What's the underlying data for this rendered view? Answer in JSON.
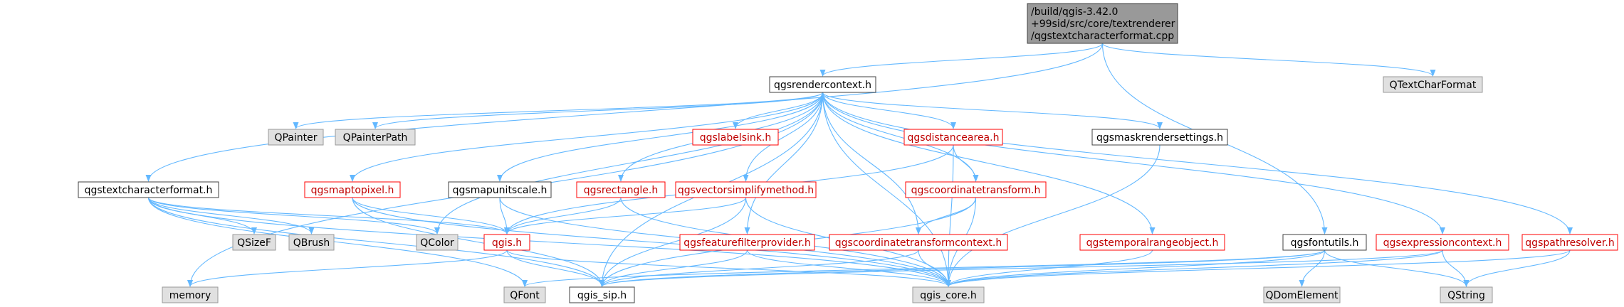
{
  "colors": {
    "edge": "#63b8ff",
    "edge_dark": "#404040",
    "root_fill": "#999999",
    "plain_fill": "#ffffff",
    "plain_stroke": "#404040",
    "red_stroke": "#ff0000",
    "red_text": "#c00000",
    "gray_fill": "#e0e0e0",
    "gray_stroke": "#999999",
    "text": "#000000"
  },
  "nodes": [
    {
      "id": "root",
      "lines": [
        "/build/qgis-3.42.0",
        "+99sid/src/core/textrenderer",
        "/qgstextcharacterformat.cpp"
      ],
      "style": "root"
    },
    {
      "id": "qgsrendercontext",
      "lines": [
        "qgsrendercontext.h"
      ],
      "style": "plain"
    },
    {
      "id": "qtextcharformat",
      "lines": [
        "QTextCharFormat"
      ],
      "style": "gray"
    },
    {
      "id": "qpainter",
      "lines": [
        "QPainter"
      ],
      "style": "gray"
    },
    {
      "id": "qpainterpath",
      "lines": [
        "QPainterPath"
      ],
      "style": "gray"
    },
    {
      "id": "qgslabelsink",
      "lines": [
        "qgslabelsink.h"
      ],
      "style": "red"
    },
    {
      "id": "qgsdistancearea",
      "lines": [
        "qgsdistancearea.h"
      ],
      "style": "red"
    },
    {
      "id": "qgsmaskrendersettings",
      "lines": [
        "qgsmaskrendersettings.h"
      ],
      "style": "plain"
    },
    {
      "id": "qgstextcharacterformat",
      "lines": [
        "qgstextcharacterformat.h"
      ],
      "style": "plain"
    },
    {
      "id": "qgsmaptopixel",
      "lines": [
        "qgsmaptopixel.h"
      ],
      "style": "red"
    },
    {
      "id": "qgsmapunitscale",
      "lines": [
        "qgsmapunitscale.h"
      ],
      "style": "plain"
    },
    {
      "id": "qgsrectangle",
      "lines": [
        "qgsrectangle.h"
      ],
      "style": "red"
    },
    {
      "id": "qgsvectorsimplifymethod",
      "lines": [
        "qgsvectorsimplifymethod.h"
      ],
      "style": "red"
    },
    {
      "id": "qgscoordinatetransform",
      "lines": [
        "qgscoordinatetransform.h"
      ],
      "style": "red"
    },
    {
      "id": "qsizef",
      "lines": [
        "QSizeF"
      ],
      "style": "gray"
    },
    {
      "id": "qbrush",
      "lines": [
        "QBrush"
      ],
      "style": "gray"
    },
    {
      "id": "qcolor",
      "lines": [
        "QColor"
      ],
      "style": "gray"
    },
    {
      "id": "qgis",
      "lines": [
        "qgis.h"
      ],
      "style": "red"
    },
    {
      "id": "qgsfeaturefilterprovider",
      "lines": [
        "qgsfeaturefilterprovider.h"
      ],
      "style": "red"
    },
    {
      "id": "qgscoordinatetransformcontext",
      "lines": [
        "qgscoordinatetransformcontext.h"
      ],
      "style": "red"
    },
    {
      "id": "qgstemporalrangeobject",
      "lines": [
        "qgstemporalrangeobject.h"
      ],
      "style": "red"
    },
    {
      "id": "qgsfontutils",
      "lines": [
        "qgsfontutils.h"
      ],
      "style": "plain"
    },
    {
      "id": "qgsexpressioncontext",
      "lines": [
        "qgsexpressioncontext.h"
      ],
      "style": "red"
    },
    {
      "id": "qgspathresolver",
      "lines": [
        "qgspathresolver.h"
      ],
      "style": "red"
    },
    {
      "id": "memory",
      "lines": [
        "memory"
      ],
      "style": "gray"
    },
    {
      "id": "qfont",
      "lines": [
        "QFont"
      ],
      "style": "gray"
    },
    {
      "id": "qgis_sip",
      "lines": [
        "qgis_sip.h"
      ],
      "style": "plain"
    },
    {
      "id": "qgis_core",
      "lines": [
        "qgis_core.h"
      ],
      "style": "gray"
    },
    {
      "id": "qdomelement",
      "lines": [
        "QDomElement"
      ],
      "style": "gray"
    },
    {
      "id": "qstring",
      "lines": [
        "QString"
      ],
      "style": "gray"
    }
  ],
  "edges": [
    [
      "root",
      "qgsrendercontext"
    ],
    [
      "root",
      "qtextcharformat"
    ],
    [
      "root",
      "qgstextcharacterformat"
    ],
    [
      "root",
      "qgsfontutils"
    ],
    [
      "qgsrendercontext",
      "qpainter"
    ],
    [
      "qgsrendercontext",
      "qpainterpath"
    ],
    [
      "qgsrendercontext",
      "qgslabelsink"
    ],
    [
      "qgsrendercontext",
      "qgsdistancearea"
    ],
    [
      "qgsrendercontext",
      "qgsmaskrendersettings"
    ],
    [
      "qgsrendercontext",
      "qgsmaptopixel"
    ],
    [
      "qgsrendercontext",
      "qgsmapunitscale"
    ],
    [
      "qgsrendercontext",
      "qgsrectangle"
    ],
    [
      "qgsrendercontext",
      "qgsvectorsimplifymethod"
    ],
    [
      "qgsrendercontext",
      "qgscoordinatetransform"
    ],
    [
      "qgsrendercontext",
      "qcolor"
    ],
    [
      "qgsrendercontext",
      "qgsfeaturefilterprovider"
    ],
    [
      "qgsrendercontext",
      "qgscoordinatetransformcontext"
    ],
    [
      "qgsrendercontext",
      "qgstemporalrangeobject"
    ],
    [
      "qgsrendercontext",
      "qgsexpressioncontext"
    ],
    [
      "qgsrendercontext",
      "qgspathresolver"
    ],
    [
      "qgsrendercontext",
      "memory"
    ],
    [
      "qgsrendercontext",
      "qgis_sip"
    ],
    [
      "qgsrendercontext",
      "qgis_core"
    ],
    [
      "qgsdistancearea",
      "qgis"
    ],
    [
      "qgsdistancearea",
      "qgscoordinatetransform"
    ],
    [
      "qgsdistancearea",
      "qgis_core"
    ],
    [
      "qgsmaskrendersettings",
      "qgis_core"
    ],
    [
      "qgstextcharacterformat",
      "qsizef"
    ],
    [
      "qgstextcharacterformat",
      "qbrush"
    ],
    [
      "qgstextcharacterformat",
      "qcolor"
    ],
    [
      "qgstextcharacterformat",
      "qgis"
    ],
    [
      "qgstextcharacterformat",
      "qfont"
    ],
    [
      "qgstextcharacterformat",
      "qgis_sip"
    ],
    [
      "qgstextcharacterformat",
      "qgis_core"
    ],
    [
      "qgsmaptopixel",
      "qgis"
    ],
    [
      "qgsmaptopixel",
      "qgis_sip"
    ],
    [
      "qgsmaptopixel",
      "qgis_core"
    ],
    [
      "qgsmapunitscale",
      "qgis"
    ],
    [
      "qgsmapunitscale",
      "qgis_core"
    ],
    [
      "qgsrectangle",
      "qgis"
    ],
    [
      "qgsrectangle",
      "qgis_core"
    ],
    [
      "qgsvectorsimplifymethod",
      "qgis"
    ],
    [
      "qgsvectorsimplifymethod",
      "qgis_sip"
    ],
    [
      "qgsvectorsimplifymethod",
      "qgis_core"
    ],
    [
      "qgscoordinatetransform",
      "qgscoordinatetransformcontext"
    ],
    [
      "qgscoordinatetransform",
      "qgis_sip"
    ],
    [
      "qgscoordinatetransform",
      "qgis_core"
    ],
    [
      "qgis",
      "memory"
    ],
    [
      "qgis",
      "qgis_sip"
    ],
    [
      "qgis",
      "qgis_core"
    ],
    [
      "qgsfeaturefilterprovider",
      "qgis_sip"
    ],
    [
      "qgsfeaturefilterprovider",
      "qgis_core"
    ],
    [
      "qgscoordinatetransformcontext",
      "qgis_sip"
    ],
    [
      "qgscoordinatetransformcontext",
      "qgis_core"
    ],
    [
      "qgstemporalrangeobject",
      "qgis_core"
    ],
    [
      "qgsfontutils",
      "qfont"
    ],
    [
      "qgsfontutils",
      "qgis_sip"
    ],
    [
      "qgsfontutils",
      "qgis_core"
    ],
    [
      "qgsfontutils",
      "qdomelement"
    ],
    [
      "qgsfontutils",
      "qstring"
    ],
    [
      "qgsexpressioncontext",
      "qgis_sip"
    ],
    [
      "qgsexpressioncontext",
      "qgis_core"
    ],
    [
      "qgsexpressioncontext",
      "qstring"
    ],
    [
      "qgspathresolver",
      "qgis_core"
    ],
    [
      "qgspathresolver",
      "qstring"
    ]
  ]
}
